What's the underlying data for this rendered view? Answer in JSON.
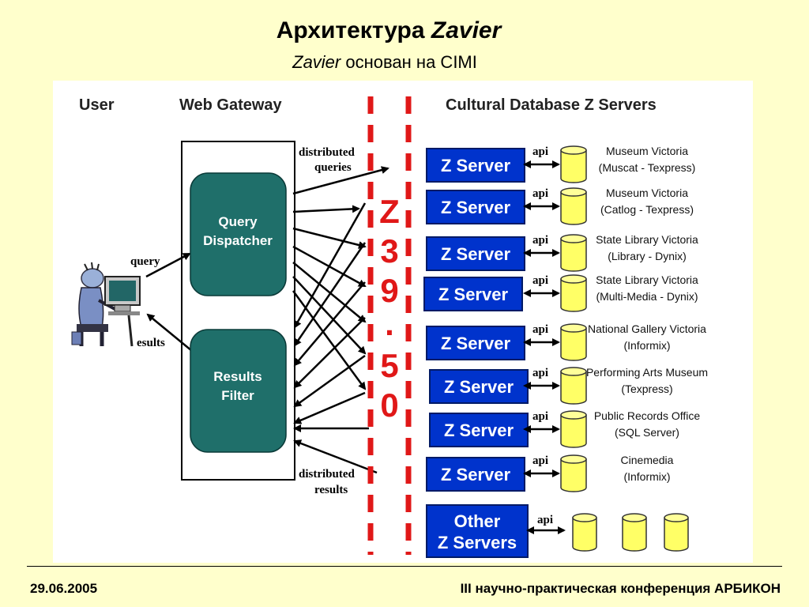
{
  "header": {
    "title_prefix": "Архитектура",
    "title_em": "Zavier",
    "subtitle_em": "Zavier",
    "subtitle_rest": "основан на CIMI"
  },
  "diagram": {
    "col_user": "User",
    "col_gateway": "Web Gateway",
    "col_servers": "Cultural Database Z Servers",
    "query_dispatcher": [
      "Query",
      "Dispatcher"
    ],
    "results_filter": [
      "Results",
      "Filter"
    ],
    "label_query": "query",
    "label_results": "esults",
    "label_distributed_queries": [
      "distributed",
      "queries"
    ],
    "label_distributed_results": [
      "distributed",
      "results"
    ],
    "protocol_chars": [
      "Z",
      "3",
      "9",
      ".",
      "5",
      "0"
    ],
    "api_label": "api",
    "servers": [
      {
        "button": "Z Server",
        "db_line1": "Museum Victoria",
        "db_line2": "(Muscat - Texpress)"
      },
      {
        "button": "Z Server",
        "db_line1": "Museum Victoria",
        "db_line2": "(Catlog - Texpress)"
      },
      {
        "button": "Z Server",
        "db_line1": "State Library Victoria",
        "db_line2": "(Library - Dynix)"
      },
      {
        "button": "Z Server",
        "db_line1": "State Library Victoria",
        "db_line2": "(Multi-Media - Dynix)"
      },
      {
        "button": "Z Server",
        "db_line1": "National Gallery Victoria",
        "db_line2": "(Informix)"
      },
      {
        "button": "Z Server",
        "db_line1": "Performing Arts Museum",
        "db_line2": "(Texpress)"
      },
      {
        "button": "Z Server",
        "db_line1": "Public Records Office",
        "db_line2": "(SQL Server)"
      },
      {
        "button": "Z Server",
        "db_line1": "Cinemedia",
        "db_line2": "(Informix)"
      }
    ],
    "other_servers": [
      "Other",
      "Z Servers"
    ]
  },
  "footer": {
    "date": "29.06.2005",
    "conference": "III научно-практическая конференция АРБИКОН"
  },
  "colors": {
    "background": "#ffffcc",
    "server_blue": "#0033cc",
    "box_teal": "#1f6f6a",
    "protocol_red": "#e01818",
    "cylinder_yellow": "#ffff66"
  }
}
